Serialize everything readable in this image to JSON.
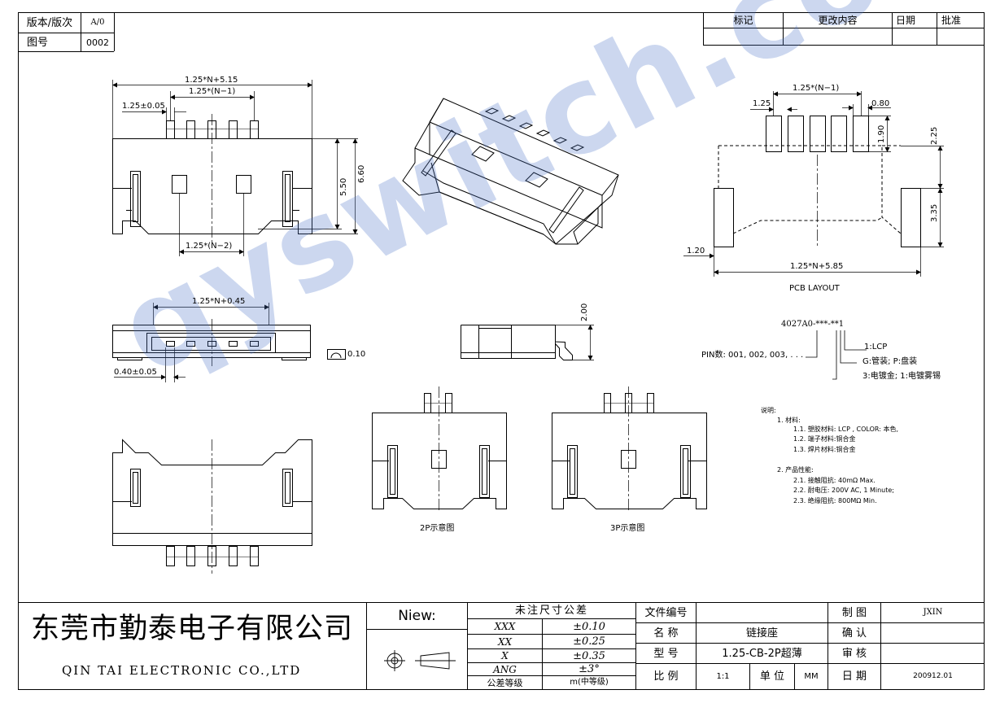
{
  "header_left": {
    "version_label": "版本/版次",
    "version_value": "A/0",
    "drawing_no_label": "图号",
    "drawing_no_value": "0002"
  },
  "revision_table": {
    "headers": [
      "标记",
      "更改内容",
      "日期",
      "批准"
    ]
  },
  "top_view": {
    "dim_total": "1.25*N+5.15",
    "dim_pitch_span": "1.25*(N−1)",
    "dim_pitch": "1.25±0.05",
    "dim_height_inner": "5.50",
    "dim_height_outer": "6.60",
    "dim_slots": "1.25*(N−2)"
  },
  "pcb_layout": {
    "dim_pitch_span": "1.25*(N−1)",
    "dim_pitch": "1.25",
    "dim_pad_width": "0.80",
    "dim_pad_length": "1.90",
    "dim_top": "2.25",
    "dim_side_pad": "3.35",
    "dim_left": "1.20",
    "dim_total": "1.25*N+5.85",
    "caption": "PCB  LAYOUT"
  },
  "front_view": {
    "dim_width": "1.25*N+0.45",
    "dim_offset": "0.40±0.05",
    "flatness": "0.10"
  },
  "side_view": {
    "dim_height": "2.00"
  },
  "part_number": {
    "code": "4027A0-***-**1",
    "pin_label": "PIN数: 001, 002, 003, . . .",
    "opt1": "1:LCP",
    "opt2": "G:管装; P:盘装",
    "opt3": "3:电镀金; 1:电镀雾锡"
  },
  "notes": {
    "title": "说明:",
    "lines": [
      "1. 材料:",
      "1.1. 塑胶材料: LCP , COLOR: 本色,",
      "1.2. 端子材料:铜合金",
      "1.3. 焊片材料:铜合金",
      "2. 产品性能:",
      "2.1. 接触阻抗: 40mΩ Max.",
      "2.2. 耐电压: 200V AC, 1 Minute;",
      "2.3. 绝缘阻抗: 800MΩ Min."
    ]
  },
  "examples": {
    "label_2p": "2P示意图",
    "label_3p": "3P示意图"
  },
  "watermark": "qyswitch.com",
  "title_block": {
    "company_cn": "东莞市勤泰电子有限公司",
    "company_en": "QIN TAI ELECTRONIC CO.,LTD",
    "view_label": "Niew:",
    "tolerance_title": "未注尺寸公差",
    "tolerances": [
      {
        "key": "XXX",
        "value": "±0.10"
      },
      {
        "key": "XX",
        "value": "±0.25"
      },
      {
        "key": "X",
        "value": "±0.35"
      },
      {
        "key": "ANG",
        "value": "±3°"
      }
    ],
    "tolerance_grade_label": "公差等级",
    "tolerance_grade_value": "m(中等级)",
    "file_no_label": "文件编号",
    "file_no_value": "",
    "name_label": "名  称",
    "name_value": "链接座",
    "model_label": "型  号",
    "model_value": "1.25-CB-2P超薄",
    "scale_label": "比  例",
    "scale_value": "1:1",
    "unit_label": "单 位",
    "unit_value": "MM",
    "drawn_label": "制  图",
    "drawn_value": "JXIN",
    "check_label": "确  认",
    "check_value": "",
    "review_label": "审  核",
    "review_value": "",
    "date_label": "日  期",
    "date_value": "200912.01"
  }
}
